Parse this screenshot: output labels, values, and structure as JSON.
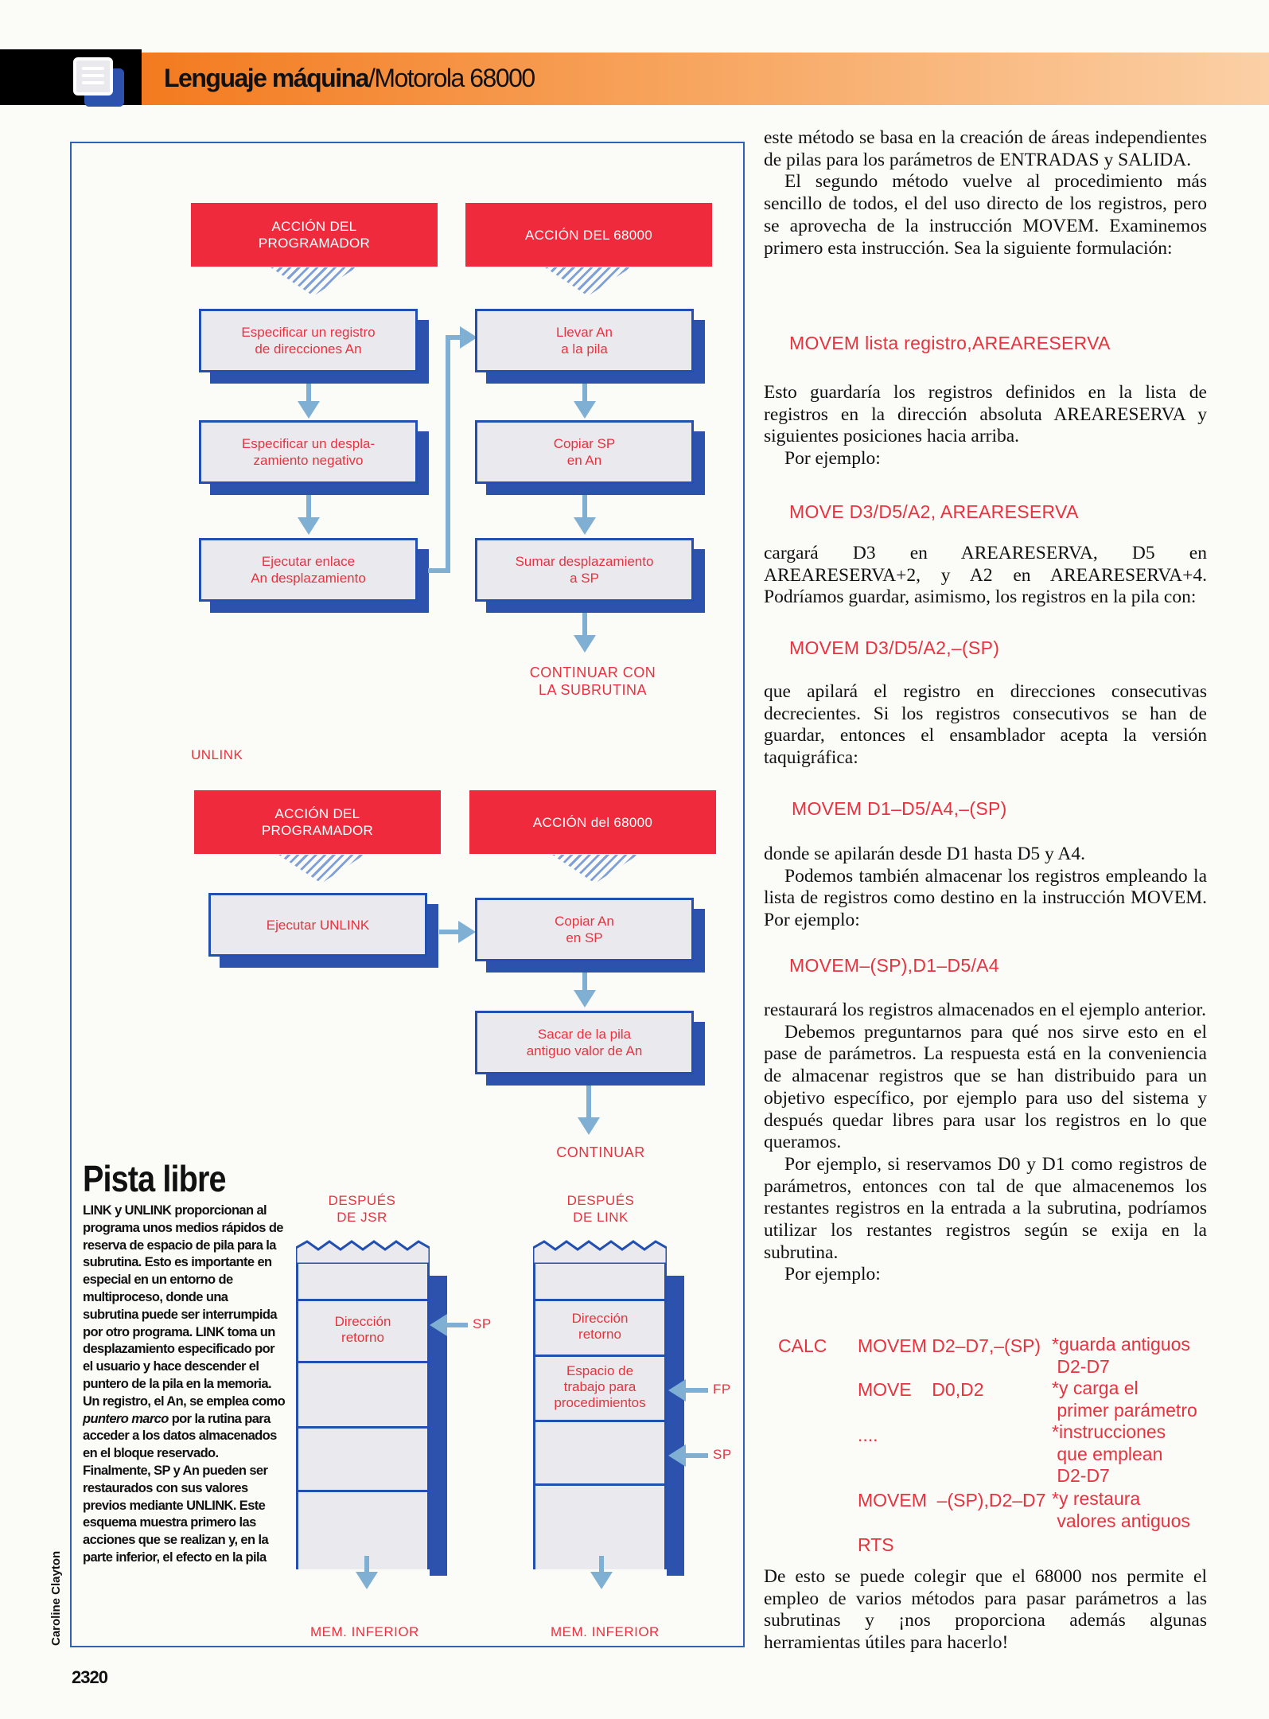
{
  "header": {
    "title_bold": "Lenguaje máquina",
    "title_rest": "/Motorola 68000"
  },
  "diagram": {
    "link": {
      "programmer_title": "ACCIÓN DEL\nPROGRAMADOR",
      "cpu_title": "ACCIÓN DEL 68000",
      "programmer_steps": [
        "Especificar un registro\nde direcciones An",
        "Especificar un despla-\nzamiento negativo",
        "Ejecutar enlace\nAn desplazamiento"
      ],
      "cpu_steps": [
        "Llevar An\na la pila",
        "Copiar SP\nen An",
        "Sumar desplazamiento\na SP"
      ],
      "end_label": "CONTINUAR CON\nLA SUBRUTINA"
    },
    "unlink": {
      "section_label": "UNLINK",
      "programmer_title": "ACCIÓN DEL\nPROGRAMADOR",
      "cpu_title": "ACCIÓN del 68000",
      "programmer_steps": [
        "Ejecutar UNLINK"
      ],
      "cpu_steps": [
        "Copiar An\nen SP",
        "Sacar de la pila\nantiguo valor de An"
      ],
      "end_label": "CONTINUAR"
    },
    "stacks": {
      "after_jsr": {
        "title": "DESPUÉS\nDE JSR",
        "cells": [
          "Dirección\nretorno"
        ],
        "pointer": "SP",
        "bottom": "MEM. INFERIOR"
      },
      "after_link": {
        "title": "DESPUÉS\nDE LINK",
        "cells": [
          "Dirección\nretorno",
          "Espacio de\ntrabajo para\nprocedimientos"
        ],
        "pointer_fp": "FP",
        "pointer_sp": "SP",
        "bottom": "MEM. INFERIOR"
      }
    }
  },
  "sidebar": {
    "title": "Pista libre",
    "body_1": "LINK y UNLINK proporcionan al programa unos medios rápidos de reserva de espacio de pila para la subrutina. Esto es importante en especial en un entorno de multiproceso, donde una subrutina puede ser interrumpida por otro programa. LINK toma un desplazamiento especificado por el usuario y hace descender el puntero de la pila en la memoria. Un registro, el An, se emplea como ",
    "body_italic": "puntero marco",
    "body_2": " por la rutina para acceder a los datos almacenados en el bloque reservado. Finalmente, SP y An pueden ser restaurados con sus valores previos mediante UNLINK. Este esquema muestra primero las acciones que se realizan y, en la parte inferior, el efecto en la pila"
  },
  "credit": "Caroline Clayton",
  "page_number": "2320",
  "article": {
    "p1": "este método se basa en la creación de áreas independientes de pilas para los parámetros de ENTRADAS y SALIDA.",
    "p2": "El segundo método vuelve al procedimiento más sencillo de todos, el del uso directo de los registros, pero se aprovecha de la instrucción MOVEM. Examinemos primero esta instrucción. Sea la siguiente formulación:",
    "code1": "MOVEM lista registro,AREARESERVA",
    "p3": "Esto guardaría los registros definidos en la lista de registros en la dirección absoluta AREARESERVA y siguientes posiciones hacia arriba.",
    "p4": "Por ejemplo:",
    "code2": "MOVE D3/D5/A2, AREARESERVA",
    "p5": "cargará D3 en AREARESERVA, D5 en AREARESERVA+2, y A2 en AREARESERVA+4. Podríamos guardar, asimismo, los registros en la pila con:",
    "code3": "MOVEM D3/D5/A2,–(SP)",
    "p6": "que apilará el registro en direcciones consecutivas decrecientes. Si los registros consecutivos se han de guardar, entonces el ensamblador acepta la versión taquigráfica:",
    "code4": "MOVEM D1–D5/A4,–(SP)",
    "p7": "donde se apilarán desde D1 hasta D5 y A4.",
    "p8": "Podemos también almacenar los registros empleando la lista de registros como destino en la instrucción MOVEM. Por ejemplo:",
    "code5": "MOVEM–(SP),D1–D5/A4",
    "p9": "restaurará los registros almacenados en el ejemplo anterior.",
    "p10": "Debemos preguntarnos para qué nos sirve esto en el pase de parámetros. La respuesta está en la conveniencia de almacenar registros que se han distribuido para un objetivo específico, por ejemplo para uso del sistema y después quedar libres para usar los registros en lo que queramos.",
    "p11": "Por ejemplo, si reservamos D0 y D1 como registros de parámetros, entonces con tal de que almacenemos los restantes registros en la entrada a la subrutina, podríamos utilizar los restantes registros según se exija en la subrutina.",
    "p12": "Por ejemplo:",
    "listing": {
      "label": "CALC",
      "rows": [
        {
          "instr": "MOVEM D2–D7,–(SP)",
          "comment": "*guarda antiguos\n D2-D7"
        },
        {
          "instr": "MOVE    D0,D2",
          "comment": "*y carga el\n primer parámetro"
        },
        {
          "instr": "....",
          "comment": "*instrucciones\n que emplean\n D2-D7"
        },
        {
          "instr": "MOVEM  –(SP),D2–D7",
          "comment": "*y restaura\n valores antiguos"
        },
        {
          "instr": "RTS",
          "comment": ""
        }
      ]
    },
    "p13": "De esto se puede colegir que el 68000 nos permite el empleo de varios métodos para pasar parámetros a las subrutinas y ¡nos proporciona además algunas herramientas útiles para hacerlo!"
  },
  "colors": {
    "accent_red": "#ee2a3c",
    "frame_blue": "#224fb0",
    "arrow_blue": "#7fb0d4",
    "header_orange": "#f37a1f"
  }
}
